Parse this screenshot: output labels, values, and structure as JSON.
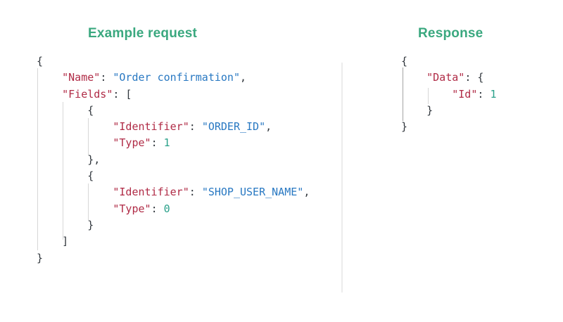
{
  "colors": {
    "background": "#ffffff",
    "heading": "#3aa87f",
    "key": "#b02b46",
    "string": "#2878c2",
    "number": "#2aa18a",
    "punct": "#31373d",
    "guide": "#d7d7d7",
    "guide_active": "#a3a3a3",
    "divider": "#ececec"
  },
  "panels": [
    {
      "id": "request",
      "title": "Example request",
      "code": {
        "language": "json",
        "lines": [
          [
            [
              "punct",
              "{"
            ]
          ],
          [
            [
              "ws",
              "    "
            ],
            [
              "key",
              "\"Name\""
            ],
            [
              "punct",
              ": "
            ],
            [
              "str",
              "\"Order confirmation\""
            ],
            [
              "punct",
              ","
            ]
          ],
          [
            [
              "ws",
              "    "
            ],
            [
              "key",
              "\"Fields\""
            ],
            [
              "punct",
              ": ["
            ]
          ],
          [
            [
              "ws",
              "        "
            ],
            [
              "punct",
              "{"
            ]
          ],
          [
            [
              "ws",
              "            "
            ],
            [
              "key",
              "\"Identifier\""
            ],
            [
              "punct",
              ": "
            ],
            [
              "str",
              "\"ORDER_ID\""
            ],
            [
              "punct",
              ","
            ]
          ],
          [
            [
              "ws",
              "            "
            ],
            [
              "key",
              "\"Type\""
            ],
            [
              "punct",
              ": "
            ],
            [
              "num",
              "1"
            ]
          ],
          [
            [
              "ws",
              "        "
            ],
            [
              "punct",
              "},"
            ]
          ],
          [
            [
              "ws",
              "        "
            ],
            [
              "punct",
              "{"
            ]
          ],
          [
            [
              "ws",
              "            "
            ],
            [
              "key",
              "\"Identifier\""
            ],
            [
              "punct",
              ": "
            ],
            [
              "str",
              "\"SHOP_USER_NAME\""
            ],
            [
              "punct",
              ","
            ]
          ],
          [
            [
              "ws",
              "            "
            ],
            [
              "key",
              "\"Type\""
            ],
            [
              "punct",
              ": "
            ],
            [
              "num",
              "0"
            ]
          ],
          [
            [
              "ws",
              "        "
            ],
            [
              "punct",
              "}"
            ]
          ],
          [
            [
              "ws",
              "    "
            ],
            [
              "punct",
              "]"
            ]
          ],
          [
            [
              "punct",
              "}"
            ]
          ]
        ]
      }
    },
    {
      "id": "response",
      "title": "Response",
      "code": {
        "language": "json",
        "lines": [
          [
            [
              "punct",
              "{"
            ]
          ],
          [
            [
              "ws",
              "    "
            ],
            [
              "key",
              "\"Data\""
            ],
            [
              "punct",
              ": {"
            ]
          ],
          [
            [
              "ws",
              "        "
            ],
            [
              "key",
              "\"Id\""
            ],
            [
              "punct",
              ": "
            ],
            [
              "num",
              "1"
            ]
          ],
          [
            [
              "ws",
              "    "
            ],
            [
              "punct",
              "}"
            ]
          ],
          [
            [
              "punct",
              "}"
            ]
          ]
        ]
      }
    }
  ]
}
